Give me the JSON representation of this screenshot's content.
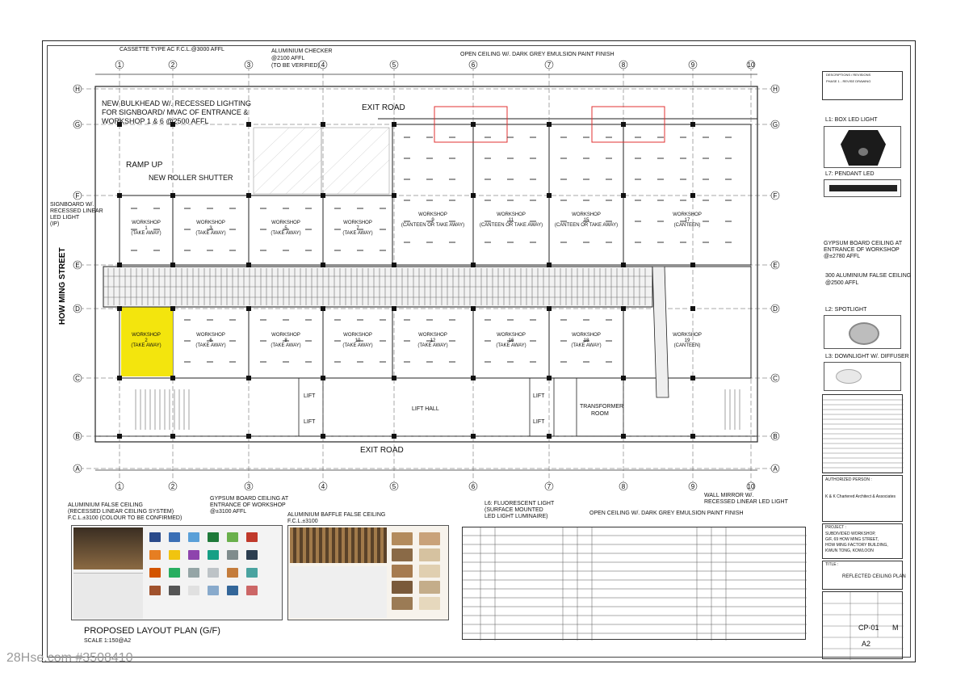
{
  "labels": {
    "cassette": "CASSETTE TYPE AC F.C.L.@3000 AFFL",
    "checker_1": "ALUMINIUM CHECKER",
    "checker_2": "@2100 AFFL",
    "checker_3": "(TO BE VERIFIED)",
    "open_ceiling_top": "OPEN CEILING W/. DARK GREY EMULSION PAINT FINISH",
    "bulkhead_1": "NEW BULKHEAD W/. RECESSED LIGHTING",
    "bulkhead_2": "FOR SIGNBOARD/ MVAC OF ENTRANCE &",
    "bulkhead_3": "WORKSHOP 1 & 6 @2500 AFFL",
    "ramp_up": "RAMP UP",
    "roller_shutter": "NEW ROLLER SHUTTER",
    "signboard_1": "SIGNBOARD W/.",
    "signboard_2": "RECESSED LINEAR",
    "signboard_3": "LED LIGHT",
    "signboard_4": "(IP)",
    "street": "HOW MING STREET",
    "exit_road_top": "EXIT ROAD",
    "exit_road_bottom": "EXIT ROAD",
    "lift_hall": "LIFT HALL",
    "transformer_1": "TRANSFORMER",
    "transformer_2": "ROOM",
    "lift": "LIFT",
    "l1": "L1: BOX LED LIGHT",
    "l7": "L7: PENDANT LED",
    "gypsum_right_1": "GYPSUM BOARD CEILING AT",
    "gypsum_right_2": "ENTRANCE OF WORKSHOP",
    "gypsum_right_3": "@±2780 AFFL",
    "alu300_1": "300 ALUMINIUM FALSE CEILING",
    "alu300_2": "@2500 AFFL",
    "l2": "L2: SPOTLIGHT",
    "l3": "L3: DOWNLIGHT W/. DIFFUSER",
    "alu_false_1": "ALUMINIUM FALSE CEILING",
    "alu_false_2": "(RECESSED LINEAR CEILING SYSTEM)",
    "alu_false_3": "F.C.L.±3100 (COLOUR TO BE CONFIRMED)",
    "gypsum_bottom_1": "GYPSUM BOARD CEILING AT",
    "gypsum_bottom_2": "ENTRANCE OF WORKSHOP",
    "gypsum_bottom_3": "@±3100 AFFL",
    "baffle_1": "ALUMINIUM BAFFLE FALSE CEILING",
    "baffle_2": "F.C.L.±3100",
    "l6_1": "L6: FLUORESCENT LIGHT",
    "l6_2": "(SURFACE MOUNTED",
    "l6_3": "LED LIGHT LUMINAIRE)",
    "open_ceiling_bottom": "OPEN CEILING W/. DARK GREY EMULSION PAINT FINISH",
    "wall_mirror_1": "WALL MIRROR W/.",
    "wall_mirror_2": "RECESSED LINEAR LED LIGHT",
    "plan_title": "PROPOSED LAYOUT PLAN (G/F)",
    "plan_scale": "SCALE 1:150@A2",
    "watermark": "28Hse.com #3508410"
  },
  "grid": {
    "columns": [
      "1",
      "2",
      "3",
      "4",
      "5",
      "6",
      "7",
      "8",
      "9",
      "10"
    ],
    "rows": [
      "H",
      "G",
      "F",
      "E",
      "D",
      "C",
      "B",
      "A"
    ]
  },
  "workshops": [
    {
      "name": "WORKSHOP",
      "num": "1",
      "use": "(TAKE AWAY)"
    },
    {
      "name": "WORKSHOP",
      "num": "3",
      "use": "(TAKE AWAY)"
    },
    {
      "name": "WORKSHOP",
      "num": "5",
      "use": "(TAKE AWAY)"
    },
    {
      "name": "WORKSHOP",
      "num": "7",
      "use": "(TAKE AWAY)"
    },
    {
      "name": "WORKSHOP",
      "num": "9",
      "use": "(CANTEEN OR TAKE AWAY)"
    },
    {
      "name": "WORKSHOP",
      "num": "11",
      "use": "(CANTEEN OR TAKE AWAY)"
    },
    {
      "name": "WORKSHOP",
      "num": "15",
      "use": "(CANTEEN OR TAKE AWAY)"
    },
    {
      "name": "WORKSHOP",
      "num": "17",
      "use": "(CANTEEN)"
    },
    {
      "name": "WORKSHOP",
      "num": "2",
      "use": "(TAKE AWAY)"
    },
    {
      "name": "WORKSHOP",
      "num": "6",
      "use": "(TAKE AWAY)"
    },
    {
      "name": "WORKSHOP",
      "num": "8",
      "use": "(TAKE AWAY)"
    },
    {
      "name": "WORKSHOP",
      "num": "10",
      "use": "(TAKE AWAY)"
    },
    {
      "name": "WORKSHOP",
      "num": "12",
      "use": "(TAKE AWAY)"
    },
    {
      "name": "WORKSHOP",
      "num": "16",
      "use": "(TAKE AWAY)"
    },
    {
      "name": "WORKSHOP",
      "num": "18",
      "use": "(TAKE AWAY)"
    },
    {
      "name": "WORKSHOP",
      "num": "19",
      "use": "(CANTEEN)"
    }
  ],
  "title_block": {
    "authorized_person": "AUTHORIZED PERSON :",
    "firm": "K & K Chartered Architect & Associates",
    "project_label": "PROJECT :",
    "project_1": "SUBDIVIDED WORKSHOP,",
    "project_2": "G/F, 69 HOW MING STREET,",
    "project_3": "HOW MING FACTORY BUILDING,",
    "project_4": "KWUN TONG, KOWLOON",
    "title_label": "TITLE :",
    "drawing_title": "REFLECTED CEILING PLAN",
    "drawing_no": "CP-01",
    "rev": "M",
    "size": "A2",
    "revision_header": "DESCRIPTIONS / REVISIONS",
    "revision_row": "PHASE 1 - REVISE DRAWING"
  },
  "colors": {
    "highlight_yellow": "#f2e400",
    "red_box": "#e03030",
    "line": "#222222"
  }
}
